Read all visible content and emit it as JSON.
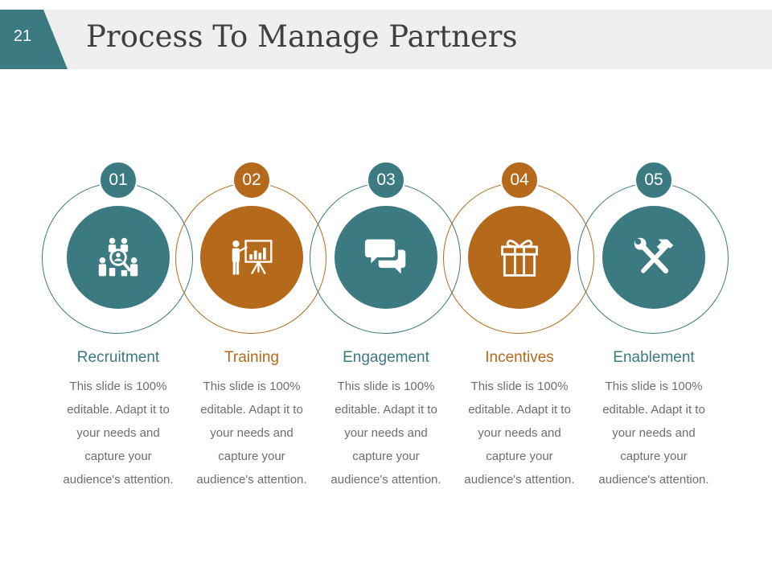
{
  "slide": {
    "number": "21",
    "title": "Process To Manage Partners"
  },
  "colors": {
    "teal": "#3a7a80",
    "amber": "#b4691b",
    "title_bar": "#efefef"
  },
  "steps": [
    {
      "number": "01",
      "title": "Recruitment",
      "icon": "team-search-icon",
      "color": "teal",
      "description": "This slide is 100% editable. Adapt it to your needs and capture your audience's attention."
    },
    {
      "number": "02",
      "title": "Training",
      "icon": "presentation-icon",
      "color": "amber",
      "description": "This slide is 100% editable. Adapt it to your needs and capture your audience's attention."
    },
    {
      "number": "03",
      "title": "Engagement",
      "icon": "chat-bubbles-icon",
      "color": "teal",
      "description": "This slide is 100% editable. Adapt it to your needs and capture your audience's attention."
    },
    {
      "number": "04",
      "title": "Incentives",
      "icon": "gift-icon",
      "color": "amber",
      "description": "This slide is 100% editable. Adapt it to your needs and capture your audience's attention."
    },
    {
      "number": "05",
      "title": "Enablement",
      "icon": "tools-icon",
      "color": "teal",
      "description": "This slide is 100% editable. Adapt it to your needs and capture your audience's attention."
    }
  ]
}
